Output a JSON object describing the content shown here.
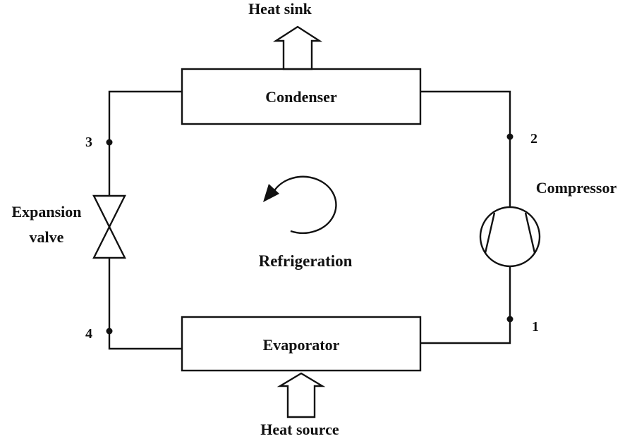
{
  "diagram": {
    "heat_sink_label": "Heat sink",
    "heat_source_label": "Heat source",
    "condenser_label": "Condenser",
    "evaporator_label": "Evaporator",
    "compressor_label": "Compressor",
    "expansion_valve_label_line1": "Expansion",
    "expansion_valve_label_line2": "valve",
    "center_label": "Refrigeration",
    "state_points": {
      "p1": "1",
      "p2": "2",
      "p3": "3",
      "p4": "4"
    }
  },
  "colors": {
    "stroke": "#111111",
    "background": "#ffffff"
  },
  "icons": {
    "compressor": "compressor-symbol-icon",
    "expansion_valve": "bowtie-valve-icon",
    "cycle": "clockwise-circular-arrow-icon",
    "heat_out": "hollow-up-arrow-icon",
    "heat_in": "hollow-up-arrow-icon"
  }
}
